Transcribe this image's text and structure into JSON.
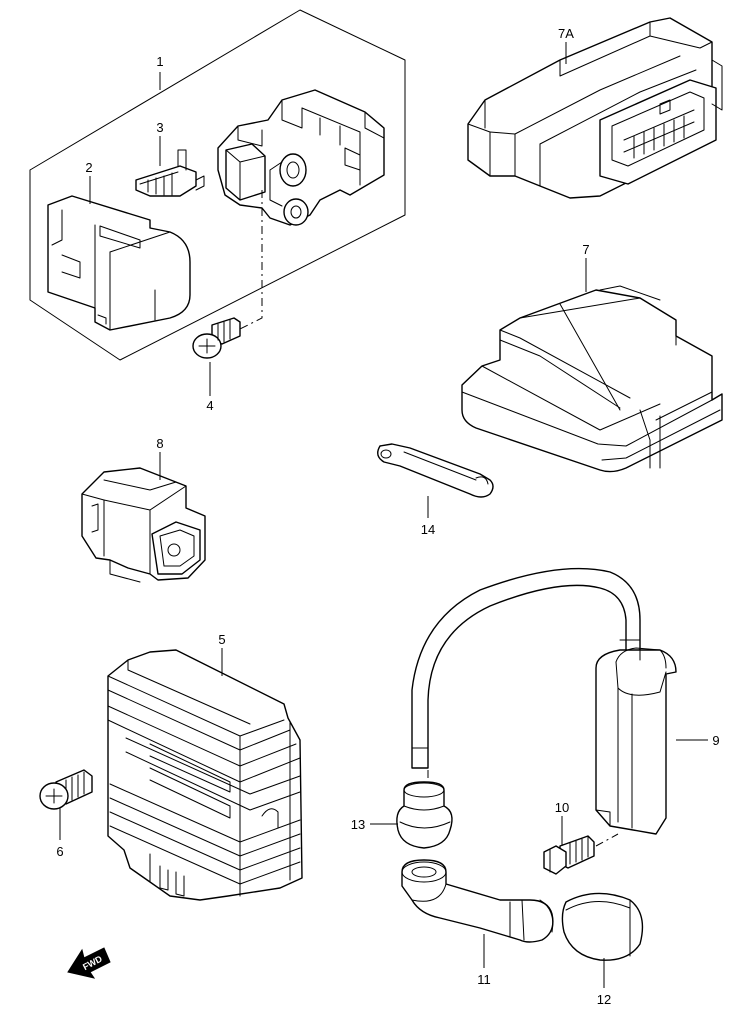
{
  "diagram": {
    "callouts": {
      "c1": "1",
      "c2": "2",
      "c3": "3",
      "c4": "4",
      "c5": "5",
      "c6": "6",
      "c7": "7",
      "c7a": "7A",
      "c8": "8",
      "c9": "9",
      "c10": "10",
      "c11": "11",
      "c12": "12",
      "c13": "13",
      "c14": "14"
    },
    "direction_arrow": {
      "label": "FWD"
    }
  }
}
